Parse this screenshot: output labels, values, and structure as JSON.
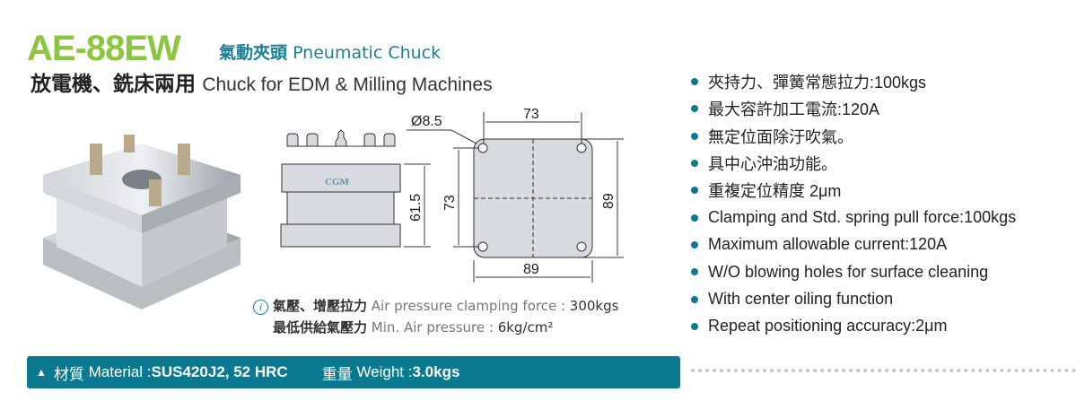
{
  "header": {
    "model": "AE-88EW",
    "subtitle_zh": "氣動夾頭",
    "subtitle_en": "Pneumatic Chuck",
    "line2_zh": "放電機、銑床兩用",
    "line2_en": "Chuck for EDM & Milling Machines"
  },
  "drawing": {
    "diameter": "Ø8.5",
    "width_top": "73",
    "width_bottom": "89",
    "height_left": "73",
    "height_right": "89",
    "side_height": "61.5",
    "logo": "CGM"
  },
  "features": [
    "夾持力、彈簧常態拉力:100kgs",
    "最大容許加工電流:120A",
    "無定位面除汙吹氣。",
    "具中心沖油功能。",
    "重複定位精度 2μm",
    "Clamping and Std. spring pull force:100kgs",
    "Maximum allowable current:120A",
    "W/O blowing holes for surface cleaning",
    "With center oiling function",
    "Repeat positioning accuracy:2μm"
  ],
  "notes": {
    "info_icon": "i",
    "l1_zh": "氣壓、增壓拉力",
    "l1_en": "Air pressure clamping force : ",
    "l1_val": "300kgs",
    "l2_zh": "最低供給氣壓力",
    "l2_en": "Min. Air pressure : ",
    "l2_val": "6kg/cm²"
  },
  "spec_bar": {
    "arrow": "▲",
    "mat_zh": "材質",
    "mat_en": "Material : ",
    "mat_val": "SUS420J2, 52 HRC",
    "wt_zh": "重量",
    "wt_en": "Weight : ",
    "wt_val": "3.0kgs"
  }
}
